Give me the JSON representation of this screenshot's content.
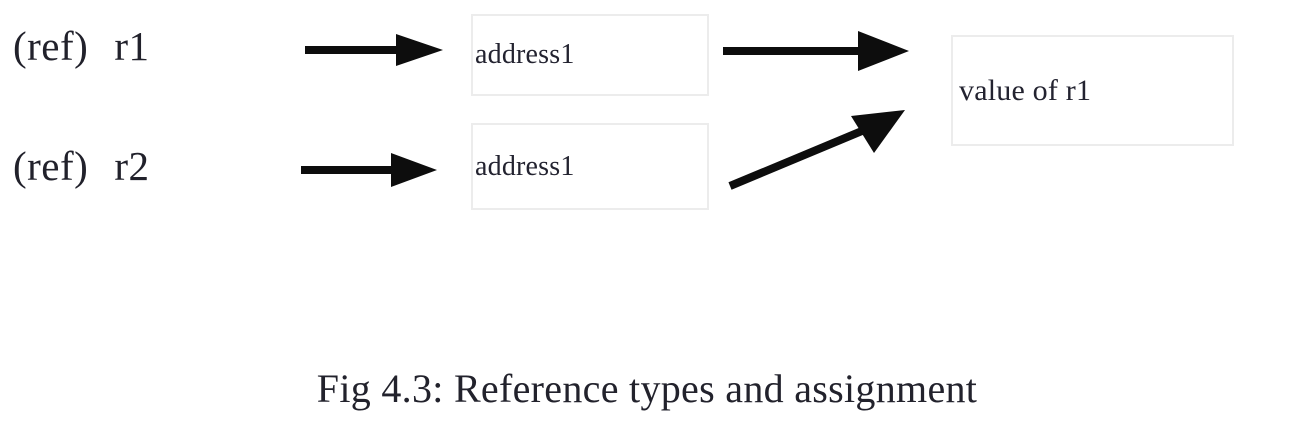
{
  "figure": {
    "caption": "Fig 4.3: Reference types and assignment",
    "background_color": "#ffffff",
    "text_color": "#21212b",
    "box_border_color": "#ececec",
    "arrow_color": "#0d0d0d"
  },
  "references": [
    {
      "keyword": "(ref)",
      "name": "r1"
    },
    {
      "keyword": "(ref)",
      "name": "r2"
    }
  ],
  "memory_boxes": [
    {
      "text": "address1"
    },
    {
      "text": "address1"
    }
  ],
  "value_box": {
    "text": "value of r1"
  },
  "arrows": [
    {
      "name": "r1-to-address1",
      "kind": "straight"
    },
    {
      "name": "r2-to-address1",
      "kind": "straight"
    },
    {
      "name": "address1-to-value-top",
      "kind": "straight"
    },
    {
      "name": "address1-to-value-diagonal",
      "kind": "diagonal"
    }
  ]
}
